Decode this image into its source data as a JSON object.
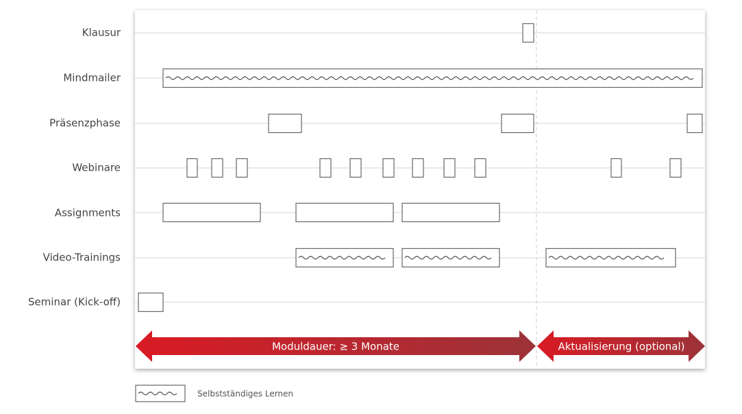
{
  "rows": [
    "Klausur",
    "Mindmailer",
    "Präsenzphase",
    "Webinare",
    "Assignments",
    "Video-Trainings",
    "Seminar (Kick-off)"
  ],
  "arrows": {
    "main": "Moduldauer: ≥ 3 Monate",
    "optional": "Aktualisierung (optional)"
  },
  "legend": {
    "self_study": "Selbstständiges Lernen"
  },
  "colors": {
    "arrow_start": "#d91a24",
    "arrow_end": "#9c3339",
    "bar_stroke": "#666666"
  }
}
